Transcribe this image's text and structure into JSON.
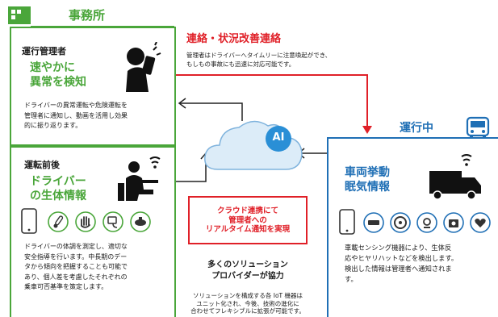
{
  "office": {
    "title": "事務所"
  },
  "manager_panel": {
    "role": "運行管理者",
    "headline_line1": "速やかに",
    "headline_line2": "異常を検知",
    "body_lines": [
      "ドライバーの異常運転や危険運転を",
      "管理者に通知し、動画を活用し効果",
      "的に振り返ります。"
    ]
  },
  "driver_panel": {
    "role": "運転前後",
    "headline_line1": "ドライバー",
    "headline_line2": "の生体情報",
    "body_lines": [
      "ドライバーの体調を測定し、適切な",
      "安全指導を行います。中長期のデー",
      "タから傾向を把握することも可能で",
      "あり、個人差を考慮したそれぞれの",
      "乗車可否基準を策定します。"
    ]
  },
  "alert": {
    "heading": "連絡・状況改善連絡",
    "body_lines": [
      "管理者はドライバーへタイムリーに注意喚起ができ、",
      "もしもの事故にも迅速に対応可能です。"
    ]
  },
  "cloud": {
    "label": "AI"
  },
  "cloud_box": {
    "lines": [
      "クラウド連携にて",
      "管理者への",
      "リアルタイム通知を実現"
    ]
  },
  "provider": {
    "title_lines": [
      "多くのソリューション",
      "プロバイダーが協力"
    ],
    "body_lines": [
      "ソリューションを構成する各 IoT 機器は",
      "ユニット化され、今後、技術の進化に",
      "合わせてフレキシブルに拡張が可能です。"
    ]
  },
  "running": {
    "title": "運行中"
  },
  "vehicle_panel": {
    "headline_line1": "車両挙動",
    "headline_line2": "眠気情報",
    "body_lines": [
      "車載センシング機器により、生体反",
      "応やヒヤリハットなどを検出します。",
      "検出した情報は管理者へ通知されま",
      "す。"
    ]
  },
  "colors": {
    "green": "#4aa63a",
    "blue": "#1f6fb5",
    "red": "#e02028",
    "cloud": "#dcecf8"
  },
  "icons": [
    "office-building-icon",
    "phone-alert-icon",
    "operator-desk-icon",
    "tablet-icon",
    "thermometer-icon",
    "hand-icon",
    "blood-pressure-icon",
    "breathalyzer-icon",
    "truck-icon",
    "tablet-icon",
    "dashcam-icon",
    "steering-wheel-icon",
    "driver-monitor-icon",
    "camera-icon",
    "heart-sensor-icon",
    "bus-icon"
  ]
}
